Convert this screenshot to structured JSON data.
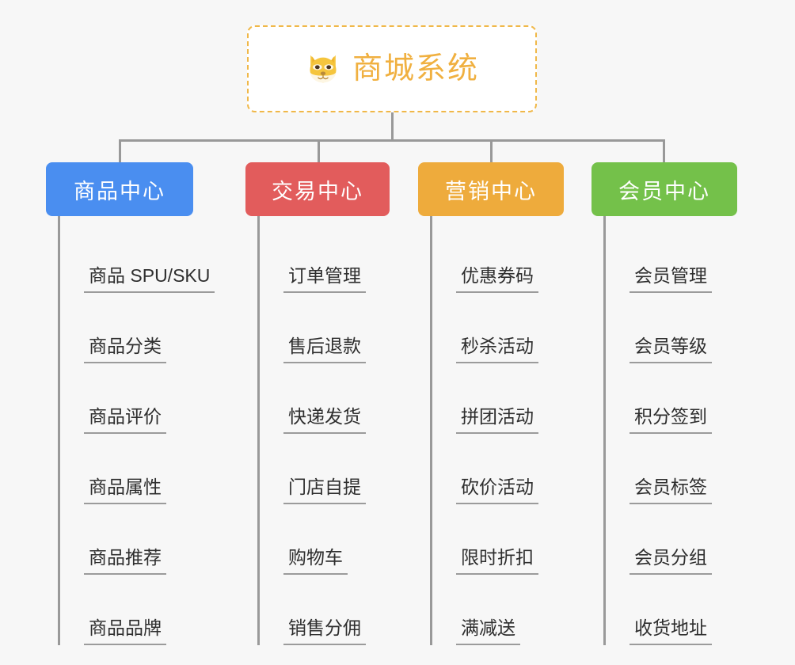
{
  "diagram": {
    "type": "org-chart",
    "background_color": "#f7f7f7",
    "connector_color": "#999999",
    "root": {
      "title": "商城系统",
      "icon": "shiba-dog-face-icon",
      "text_color": "#f0b040",
      "border_color": "#f0b849",
      "background_color": "#ffffff"
    },
    "branches": [
      {
        "label": "商品中心",
        "color": "#4a8ef0",
        "items": [
          "商品 SPU/SKU",
          "商品分类",
          "商品评价",
          "商品属性",
          "商品推荐",
          "商品品牌"
        ]
      },
      {
        "label": "交易中心",
        "color": "#e25c5c",
        "items": [
          "订单管理",
          "售后退款",
          "快递发货",
          "门店自提",
          "购物车",
          "销售分佣"
        ]
      },
      {
        "label": "营销中心",
        "color": "#eeab3c",
        "items": [
          "优惠券码",
          "秒杀活动",
          "拼团活动",
          "砍价活动",
          "限时折扣",
          "满减送"
        ]
      },
      {
        "label": "会员中心",
        "color": "#74c14a",
        "items": [
          "会员管理",
          "会员等级",
          "积分签到",
          "会员标签",
          "会员分组",
          "收货地址"
        ]
      }
    ]
  }
}
